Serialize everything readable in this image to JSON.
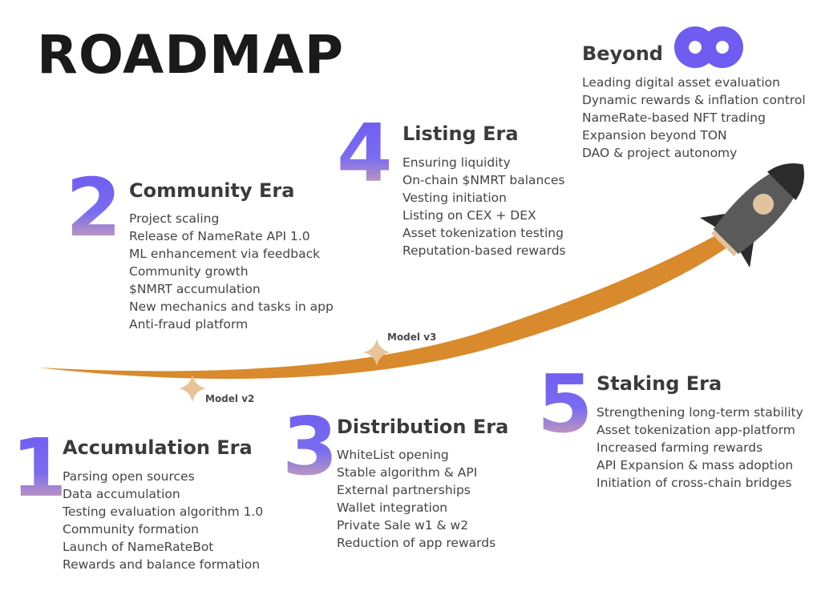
{
  "title": "ROADMAP",
  "eras": {
    "e1": {
      "number": "1",
      "title": "Accumulation Era",
      "items": [
        "Parsing open sources",
        "Data accumulation",
        "Testing evaluation algorithm 1.0",
        "Community formation",
        "Launch of NameRateBot",
        "Rewards and balance formation"
      ]
    },
    "e2": {
      "number": "2",
      "title": "Community Era",
      "items": [
        "Project scaling",
        "Release of NameRate API 1.0",
        "ML enhancement via feedback",
        "Community growth",
        "$NMRT accumulation",
        "New mechanics and tasks in app",
        "Anti-fraud platform"
      ]
    },
    "e3": {
      "number": "3",
      "title": "Distribution Era",
      "items": [
        "WhiteList opening",
        "Stable algorithm & API",
        "External partnerships",
        "Wallet integration",
        "Private Sale w1 & w2",
        "Reduction of app rewards"
      ]
    },
    "e4": {
      "number": "4",
      "title": "Listing Era",
      "items": [
        "Ensuring liquidity",
        "On-chain $NMRT balances",
        "Vesting initiation",
        "Listing on CEX + DEX",
        "Asset tokenization testing",
        "Reputation-based rewards"
      ]
    },
    "e5": {
      "number": "5",
      "title": "Staking Era",
      "items": [
        "Strengthening long-term stability",
        "Asset tokenization app-platform",
        "Increased farming rewards",
        "API Expansion & mass adoption",
        "Initiation of cross-chain bridges"
      ]
    },
    "beyond": {
      "title": "Beyond",
      "icon": "infinity-icon",
      "items": [
        "Leading  digital asset evaluation",
        "Dynamic rewards & inflation control",
        "NameRate-based NFT trading",
        "Expansion beyond TON",
        "DAO & project autonomy"
      ]
    }
  },
  "models": {
    "m2": "Model v2",
    "m3": "Model v3"
  },
  "colors": {
    "trail": "#d88a2c",
    "accent": "#6f5cf0",
    "sparkle": "#e9c49a",
    "rocket_body": "#5a5a5a",
    "rocket_dark": "#2b2b2b",
    "rocket_window": "#e2c3a0"
  }
}
